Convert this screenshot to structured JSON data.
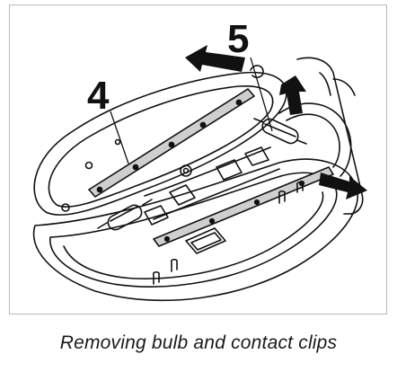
{
  "figure": {
    "callouts": [
      {
        "id": "contact-clip",
        "label": "4"
      },
      {
        "id": "bulb",
        "label": "5"
      }
    ],
    "caption": "Removing bulb and contact clips"
  }
}
